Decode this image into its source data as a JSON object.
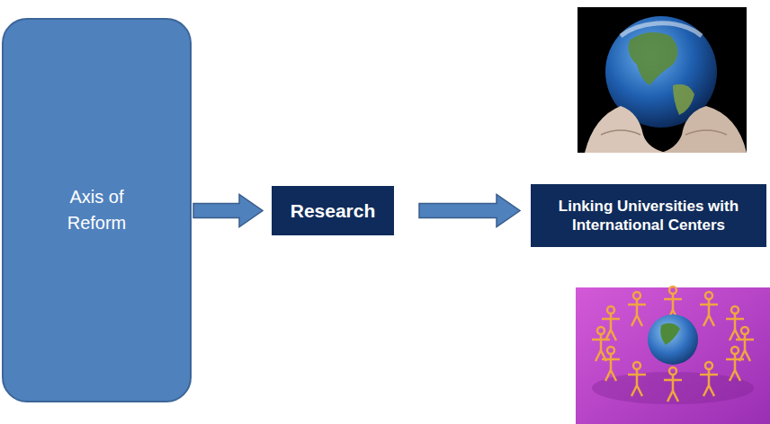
{
  "diagram": {
    "nodes": [
      {
        "text": [
          "Axis of Reform"
        ]
      },
      {
        "text": [
          "Research"
        ]
      },
      {
        "text": [
          "Linking Universities with International Centers"
        ]
      }
    ],
    "edges": [
      {
        "from": 0,
        "to": 1,
        "arrow": "to"
      },
      {
        "from": 1,
        "to": 2,
        "arrow": "to"
      }
    ]
  }
}
